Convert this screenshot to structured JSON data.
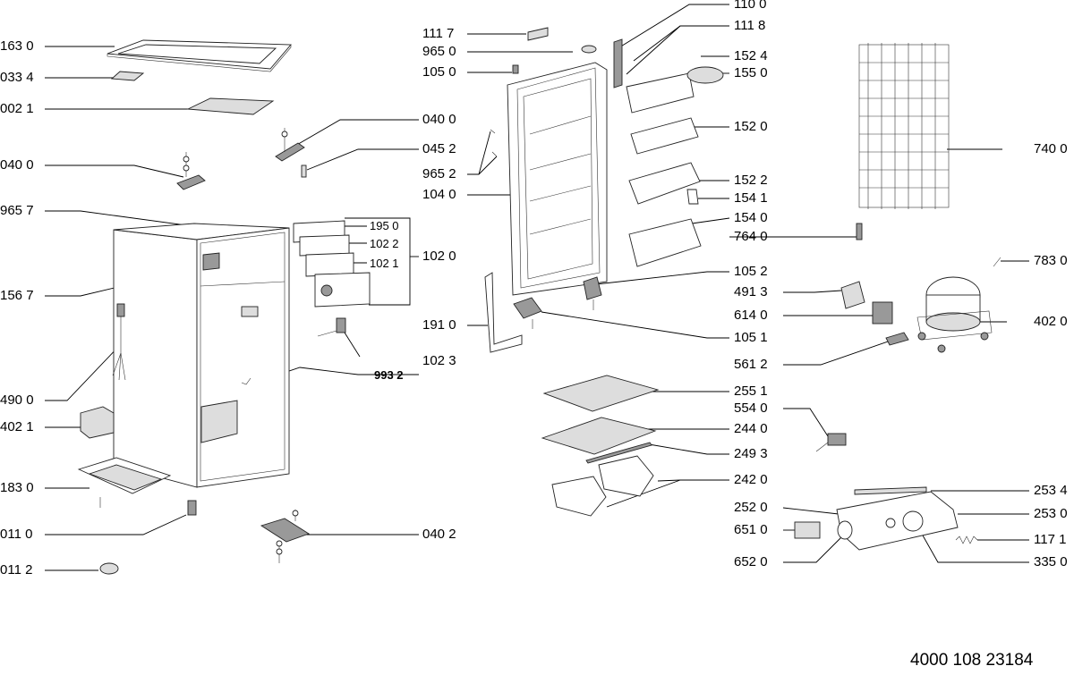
{
  "labels": {
    "l_163_0": "163 0",
    "l_033_4": "033 4",
    "l_002_1": "002 1",
    "l_040_0_left": "040 0",
    "l_965_7": "965 7",
    "l_156_7": "156 7",
    "l_490_0": "490 0",
    "l_402_1": "402 1",
    "l_183_0": "183 0",
    "l_011_0": "011 0",
    "l_011_2": "011 2",
    "l_040_0_mid": "040 0",
    "l_045_2": "045 2",
    "l_965_2": "965 2",
    "l_104_0": "104 0",
    "l_195_0": "195 0",
    "l_102_2": "102 2",
    "l_102_1": "102 1",
    "l_102_0": "102 0",
    "l_102_3": "102 3",
    "l_993_2": "993 2",
    "l_191_0": "191 0",
    "l_040_2": "040 2",
    "l_111_7": "111 7",
    "l_965_0": "965 0",
    "l_105_0": "105 0",
    "l_110_0": "110 0",
    "l_111_8": "111 8",
    "l_152_4": "152 4",
    "l_155_0": "155 0",
    "l_152_0": "152 0",
    "l_152_2": "152 2",
    "l_154_1": "154 1",
    "l_154_0": "154 0",
    "l_764_0": "764 0",
    "l_105_2": "105 2",
    "l_105_1": "105 1",
    "l_491_3": "491 3",
    "l_614_0": "614 0",
    "l_561_2": "561 2",
    "l_740_0": "740 0",
    "l_783_0": "783 0",
    "l_402_0": "402 0",
    "l_255_1": "255 1",
    "l_554_0": "554 0",
    "l_244_0": "244 0",
    "l_249_3": "249 3",
    "l_242_0": "242 0",
    "l_253_4": "253 4",
    "l_252_0": "252 0",
    "l_253_0": "253 0",
    "l_651_0": "651 0",
    "l_117_1": "117 1",
    "l_652_0": "652 0",
    "l_335_0": "335 0"
  },
  "doc_number": "4000 108 23184"
}
